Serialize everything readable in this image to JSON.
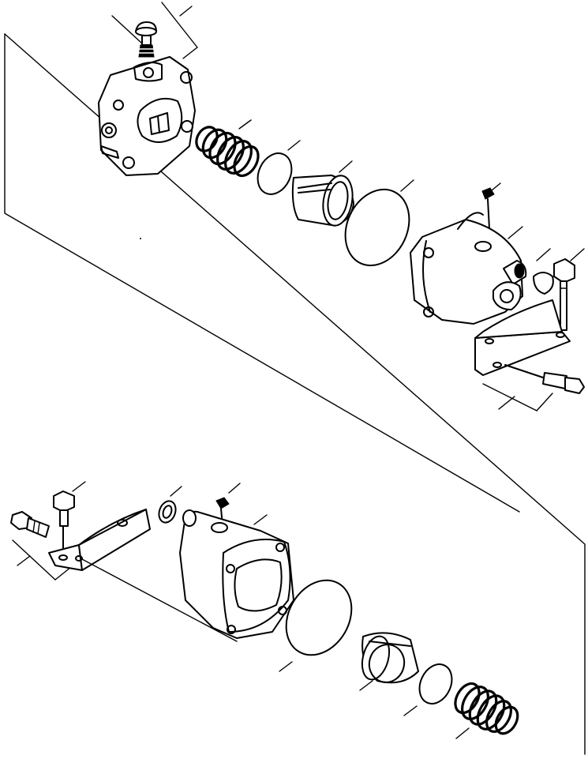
{
  "figure": {
    "upper_assembly": {
      "parts": [
        "grease-fitting-cap",
        "grease-fitting",
        "valve-body",
        "spring",
        "o-ring-small",
        "piston",
        "o-ring-large",
        "cylinder-housing",
        "plug",
        "bolt",
        "bracket",
        "bracket-bolt"
      ]
    },
    "lower_assembly": {
      "parts": [
        "bracket-bolt",
        "bolt",
        "bracket",
        "seal-ring",
        "plug",
        "cylinder-housing",
        "o-ring-large",
        "piston",
        "o-ring-small",
        "spring"
      ]
    }
  }
}
